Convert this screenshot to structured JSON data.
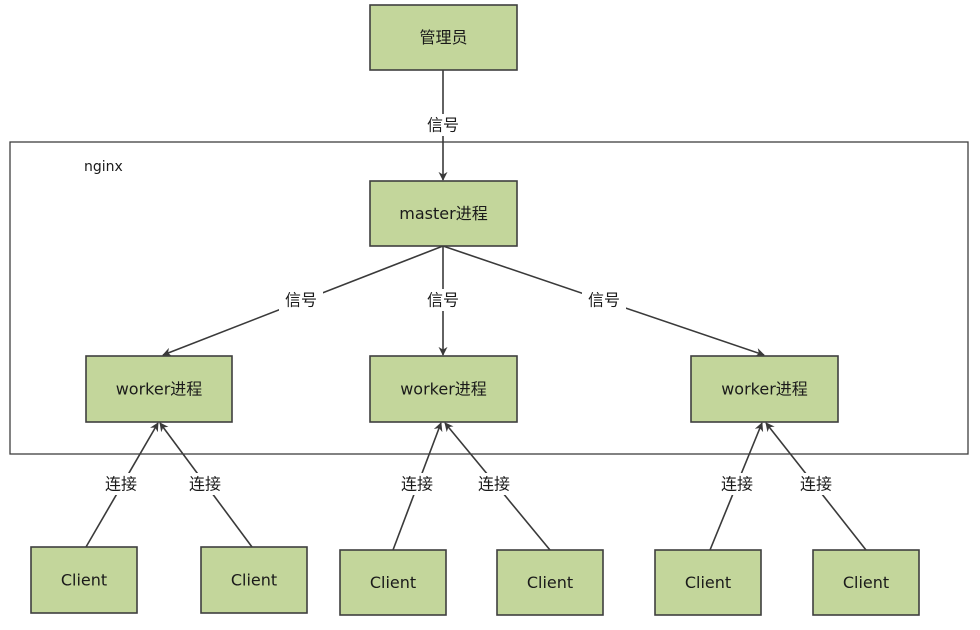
{
  "group": {
    "label": "nginx"
  },
  "nodes": {
    "admin": "管理员",
    "master": "master进程",
    "worker1": "worker进程",
    "worker2": "worker进程",
    "worker3": "worker进程",
    "client1": "Client",
    "client2": "Client",
    "client3": "Client",
    "client4": "Client",
    "client5": "Client",
    "client6": "Client"
  },
  "edges": {
    "admin_master": "信号",
    "master_worker1": "信号",
    "master_worker2": "信号",
    "master_worker3": "信号",
    "client1_worker1": "连接",
    "client2_worker1": "连接",
    "client3_worker2": "连接",
    "client4_worker2": "连接",
    "client5_worker3": "连接",
    "client6_worker3": "连接"
  }
}
